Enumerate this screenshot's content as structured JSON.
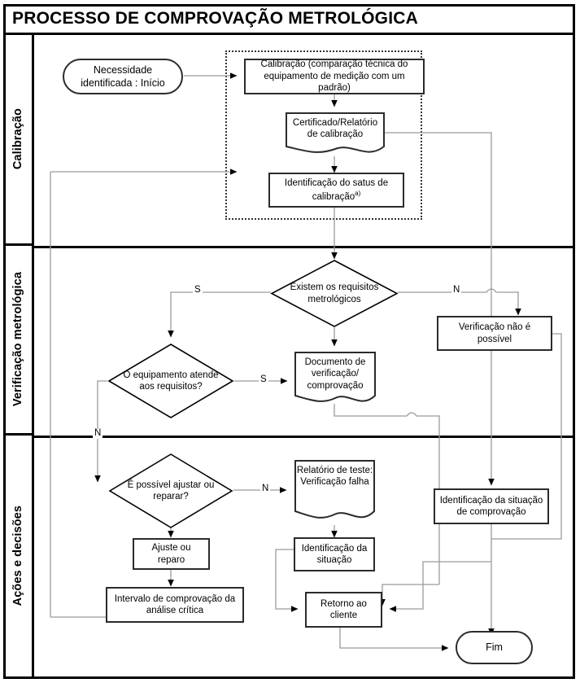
{
  "header": {
    "title": "PROCESSO DE COMPROVAÇÃO METROLÓGICA"
  },
  "lanes": [
    {
      "id": "calibracao",
      "label": "Calibração"
    },
    {
      "id": "verificacao-metrologica",
      "label": "Verificação metrológica"
    },
    {
      "id": "acoes-e-decisoes",
      "label": "Ações e decisões"
    }
  ],
  "nodes": {
    "start": {
      "label": "Necessidade\nidentificada : Início",
      "line1": "Necessidade",
      "line2": "identificada : Início",
      "shape": "terminator"
    },
    "calibracao": {
      "line1": "Calibração (comparação técnica do",
      "line2": "equipamento de medição com um padrão)",
      "shape": "process"
    },
    "certificado": {
      "line1": "Certificado/Relatório",
      "line2": "de calibração",
      "shape": "document"
    },
    "identificacao_status": {
      "line1": "Identificação do satus de",
      "line2": "calibração",
      "note": "a)",
      "shape": "process"
    },
    "existem_requisitos": {
      "line1": "Existem os requisitos",
      "line2": "metrológicos",
      "shape": "decision"
    },
    "verificacao_nao_possivel": {
      "line1": "Verificação não é possível",
      "shape": "process"
    },
    "equipamento_atende": {
      "line1": "O equipamento atende",
      "line2": "aos requisitos?",
      "shape": "decision"
    },
    "documento_verificacao": {
      "line1": "Documento de",
      "line2": "verificação/",
      "line3": "comprovação",
      "shape": "document"
    },
    "possivel_ajustar": {
      "line1": "É possível ajustar ou",
      "line2": "reparar?",
      "shape": "decision"
    },
    "relatorio_teste": {
      "line1": "Relatório de teste:",
      "line2": "Verificação falha",
      "shape": "document"
    },
    "ajuste_reparo": {
      "line1": "Ajuste ou reparo",
      "shape": "process"
    },
    "identificacao_situacao": {
      "line1": "Identificação da",
      "line2": "situação",
      "shape": "process"
    },
    "identificacao_situacao_comprovacao": {
      "line1": "Identificação da situação",
      "line2": "de comprovação",
      "shape": "process"
    },
    "intervalo_comprovacao": {
      "line1": "Intervalo de comprovação da",
      "line2": "análise crítica",
      "shape": "process"
    },
    "retorno_cliente": {
      "line1": "Retorno ao",
      "line2": "cliente",
      "shape": "process"
    },
    "fim": {
      "line1": "Fim",
      "shape": "terminator"
    }
  },
  "edge_labels": {
    "requisitos_sim": "S",
    "requisitos_nao": "N",
    "atende_sim": "S",
    "atende_nao": "N",
    "ajustar_nao": "N"
  },
  "colors": {
    "frame": "#000000",
    "node_stroke": "#2b2b2b",
    "wire": "#9a9a9a",
    "arrowhead": "#000000",
    "background": "#ffffff",
    "dotted_group": "#333333"
  }
}
